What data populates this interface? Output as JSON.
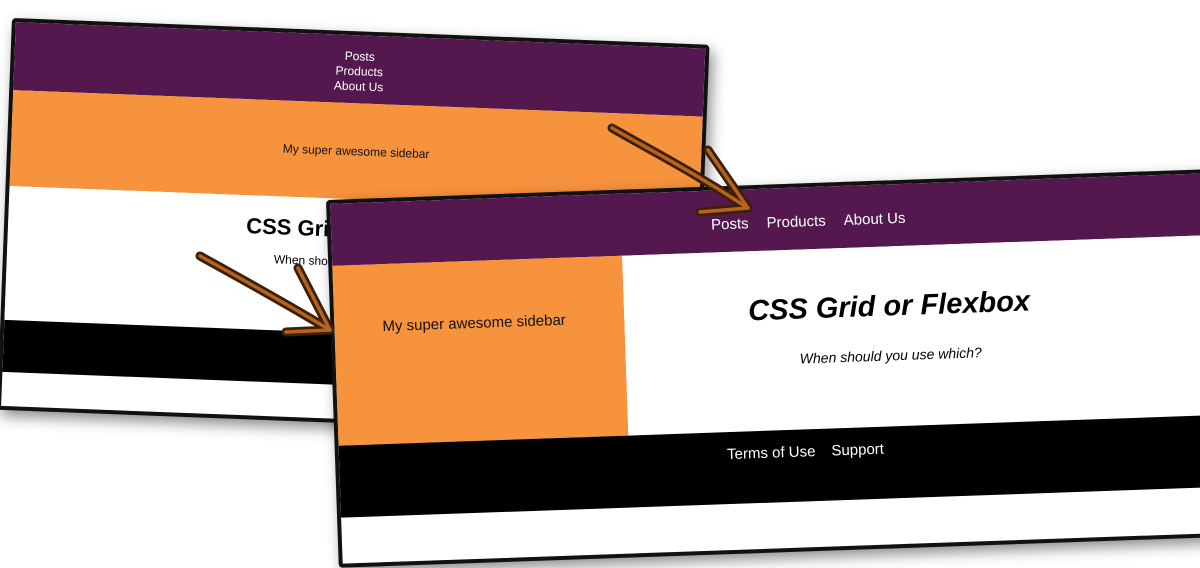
{
  "back_window": {
    "nav": [
      "Posts",
      "Products",
      "About Us"
    ],
    "sidebar": "My super awesome sidebar",
    "title": "CSS Grid or Flexbox",
    "subtitle": "When should you use which?"
  },
  "front_window": {
    "nav": [
      "Posts",
      "Products",
      "About Us"
    ],
    "sidebar": "My super awesome sidebar",
    "title": "CSS Grid or Flexbox",
    "subtitle": "When should you use which?",
    "footer": [
      "Terms of Use",
      "Support"
    ]
  },
  "colors": {
    "header": "#54184f",
    "sidebar": "#f7923d",
    "footer": "#000000",
    "arrow": "#b8621c"
  },
  "icons": [
    "arrow-icon",
    "arrow-icon"
  ]
}
